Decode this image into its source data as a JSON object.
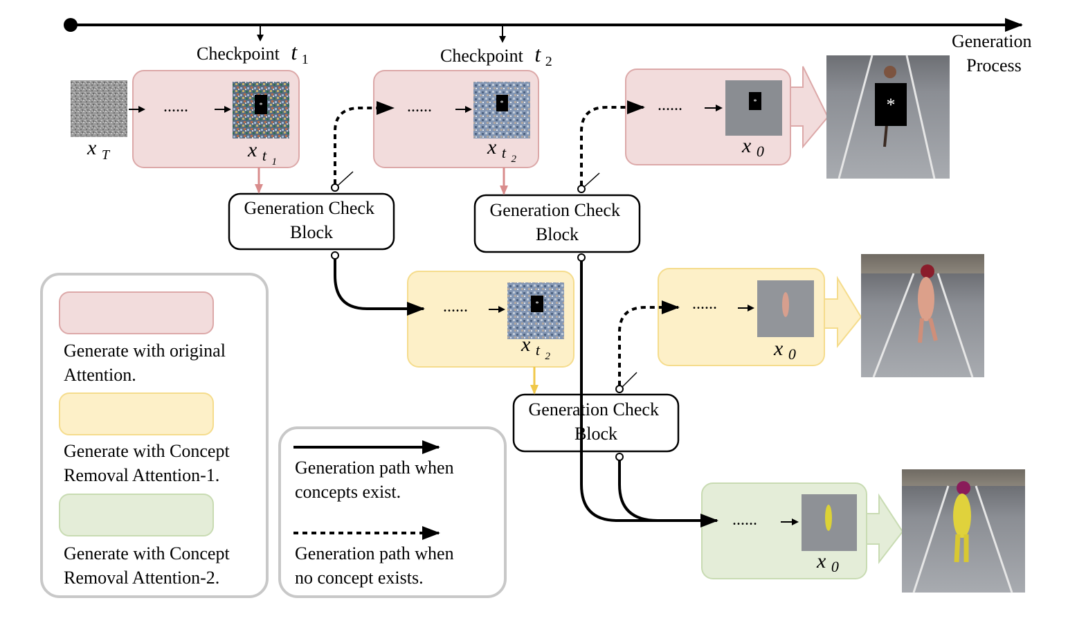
{
  "timeline": {
    "label_line1": "Generation",
    "label_line2": "Process",
    "checkpoint1": "Checkpoint",
    "checkpoint1_var": "t",
    "checkpoint1_sub": "1",
    "checkpoint2": "Checkpoint",
    "checkpoint2_var": "t",
    "checkpoint2_sub": "2"
  },
  "dots": "......",
  "noise_label": {
    "var": "x",
    "sub": "T"
  },
  "stage_labels": {
    "xt1": {
      "var": "x",
      "sub": "t",
      "subsub": "1"
    },
    "xt2": {
      "var": "x",
      "sub": "t",
      "subsub": "2"
    },
    "x0": {
      "var": "x",
      "sub": "0"
    }
  },
  "check_block": {
    "line1": "Generation Check",
    "line2": "Block"
  },
  "legend_attention": {
    "original": {
      "line1": "Generate with original",
      "line2": "Attention.",
      "color": "#f2dcdc",
      "border": "#dca8a8"
    },
    "removal1": {
      "line1": "Generate with Concept",
      "line2": "Removal Attention-1.",
      "color": "#fdf0c8",
      "border": "#f5dc8c"
    },
    "removal2": {
      "line1": "Generate with Concept",
      "line2": "Removal Attention-2.",
      "color": "#e4edd8",
      "border": "#c8dbb2"
    }
  },
  "legend_paths": {
    "solid": {
      "line1": "Generation path when",
      "line2": "concepts exist."
    },
    "dashed": {
      "line1": "Generation path when",
      "line2": "no concept exists."
    }
  },
  "image_mark": "*"
}
